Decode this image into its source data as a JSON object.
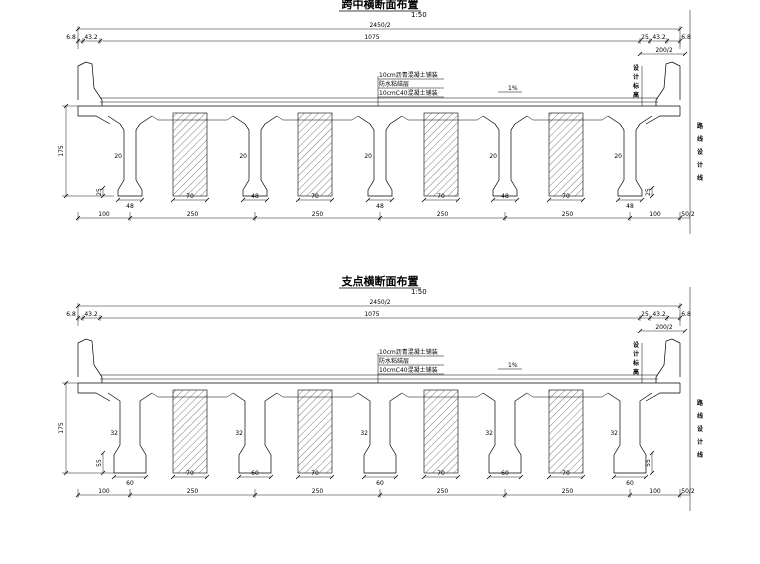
{
  "sections": [
    {
      "id": "midspan",
      "title": "跨中横断面布置",
      "scale": "1:50",
      "top_dims": [
        "6.8",
        "43.2",
        "2450/2",
        "1075",
        "25",
        "43.2",
        "6.8"
      ],
      "right_width": "200/2",
      "pavement_layers": [
        "10cm沥青混凝土铺装",
        "防水粘结层",
        "10cmC40混凝土铺装"
      ],
      "slope": "1%",
      "design_elevation": [
        "设",
        "计",
        "标",
        "高"
      ],
      "route_design_line": [
        "路",
        "线",
        "设",
        "计",
        "线"
      ],
      "height": "175",
      "web_thickness": "20",
      "bulb_height": "25",
      "bulb_width": "48",
      "wet_joint_width": "70",
      "bottom_dims": [
        "100",
        "250",
        "250",
        "250",
        "250",
        "100",
        "50/2"
      ]
    },
    {
      "id": "support",
      "title": "支点横断面布置",
      "scale": "1:50",
      "top_dims": [
        "6.8",
        "43.2",
        "2450/2",
        "1075",
        "25",
        "43.2",
        "6.8"
      ],
      "right_width": "200/2",
      "pavement_layers": [
        "10cm沥青混凝土铺装",
        "防水粘结层",
        "10cmC40混凝土铺装"
      ],
      "slope": "1%",
      "design_elevation": [
        "设",
        "计",
        "标",
        "高"
      ],
      "route_design_line": [
        "路",
        "线",
        "设",
        "计",
        "线"
      ],
      "height": "175",
      "web_thickness": "32",
      "bulb_height": "55",
      "bulb_width": "60",
      "wet_joint_width": "70",
      "bottom_dims": [
        "100",
        "250",
        "250",
        "250",
        "250",
        "100",
        "50/2"
      ]
    }
  ]
}
